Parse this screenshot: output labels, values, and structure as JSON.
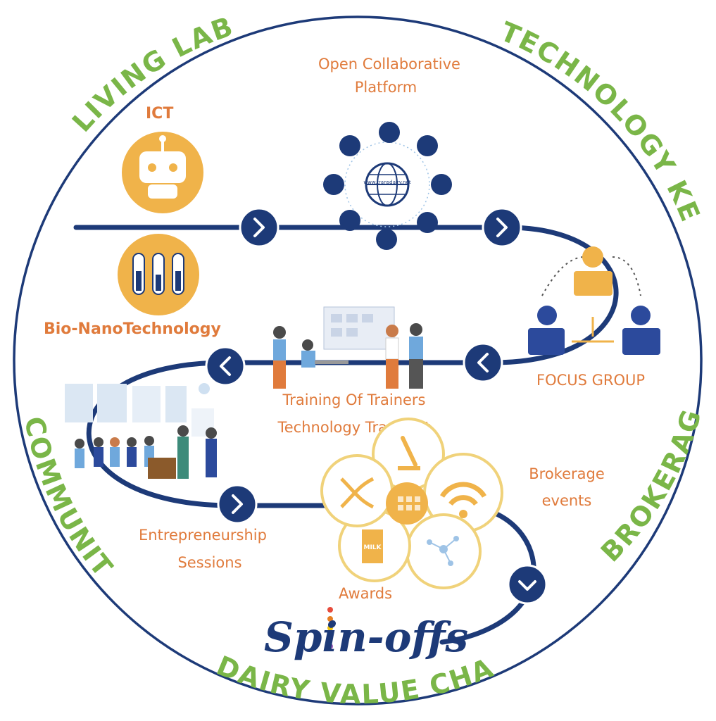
{
  "ring": {
    "top_left": "LIVING LABS",
    "top_right": "TECHNOLOGY KET's",
    "left": "COMMUNITY",
    "right": "BROKERAGE",
    "bottom": "DAIRY VALUE CHAIN"
  },
  "labels": {
    "ict": "ICT",
    "bio_nano": "Bio-NanoTechnology",
    "platform_line1": "Open Collaborative",
    "platform_line2": "Platform",
    "platform_url": "www.transdairy.net",
    "focus_group": "FOCUS GROUP",
    "training_line1": "Training Of Trainers",
    "training_line2": "Technology Transfert",
    "brokerage_line1": "Brokerage",
    "brokerage_line2": "events",
    "entre_line1": "Entrepreneurship",
    "entre_line2": "Sessions",
    "awards": "Awards",
    "milk": "MILK"
  },
  "logo": {
    "text": "Spin-offs"
  },
  "colors": {
    "green": "#7ab648",
    "orange": "#e07b3c",
    "navy": "#1d3a78",
    "gold": "#f0b34a"
  }
}
